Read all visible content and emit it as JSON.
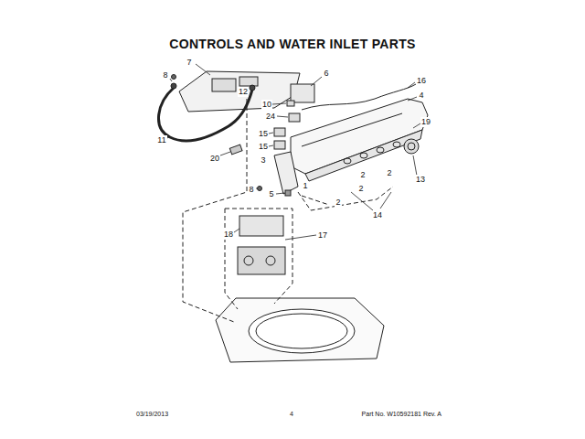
{
  "diagram": {
    "title": "CONTROLS AND WATER INLET PARTS",
    "labels": [
      "8",
      "7",
      "6",
      "16",
      "12",
      "4",
      "10",
      "24",
      "19",
      "11",
      "15",
      "15",
      "13",
      "20",
      "3",
      "1",
      "2",
      "2",
      "2",
      "2",
      "5",
      "14",
      "8",
      "18",
      "17",
      "03/19/2013",
      "4",
      "Part No. W10592181 Rev. A"
    ]
  }
}
